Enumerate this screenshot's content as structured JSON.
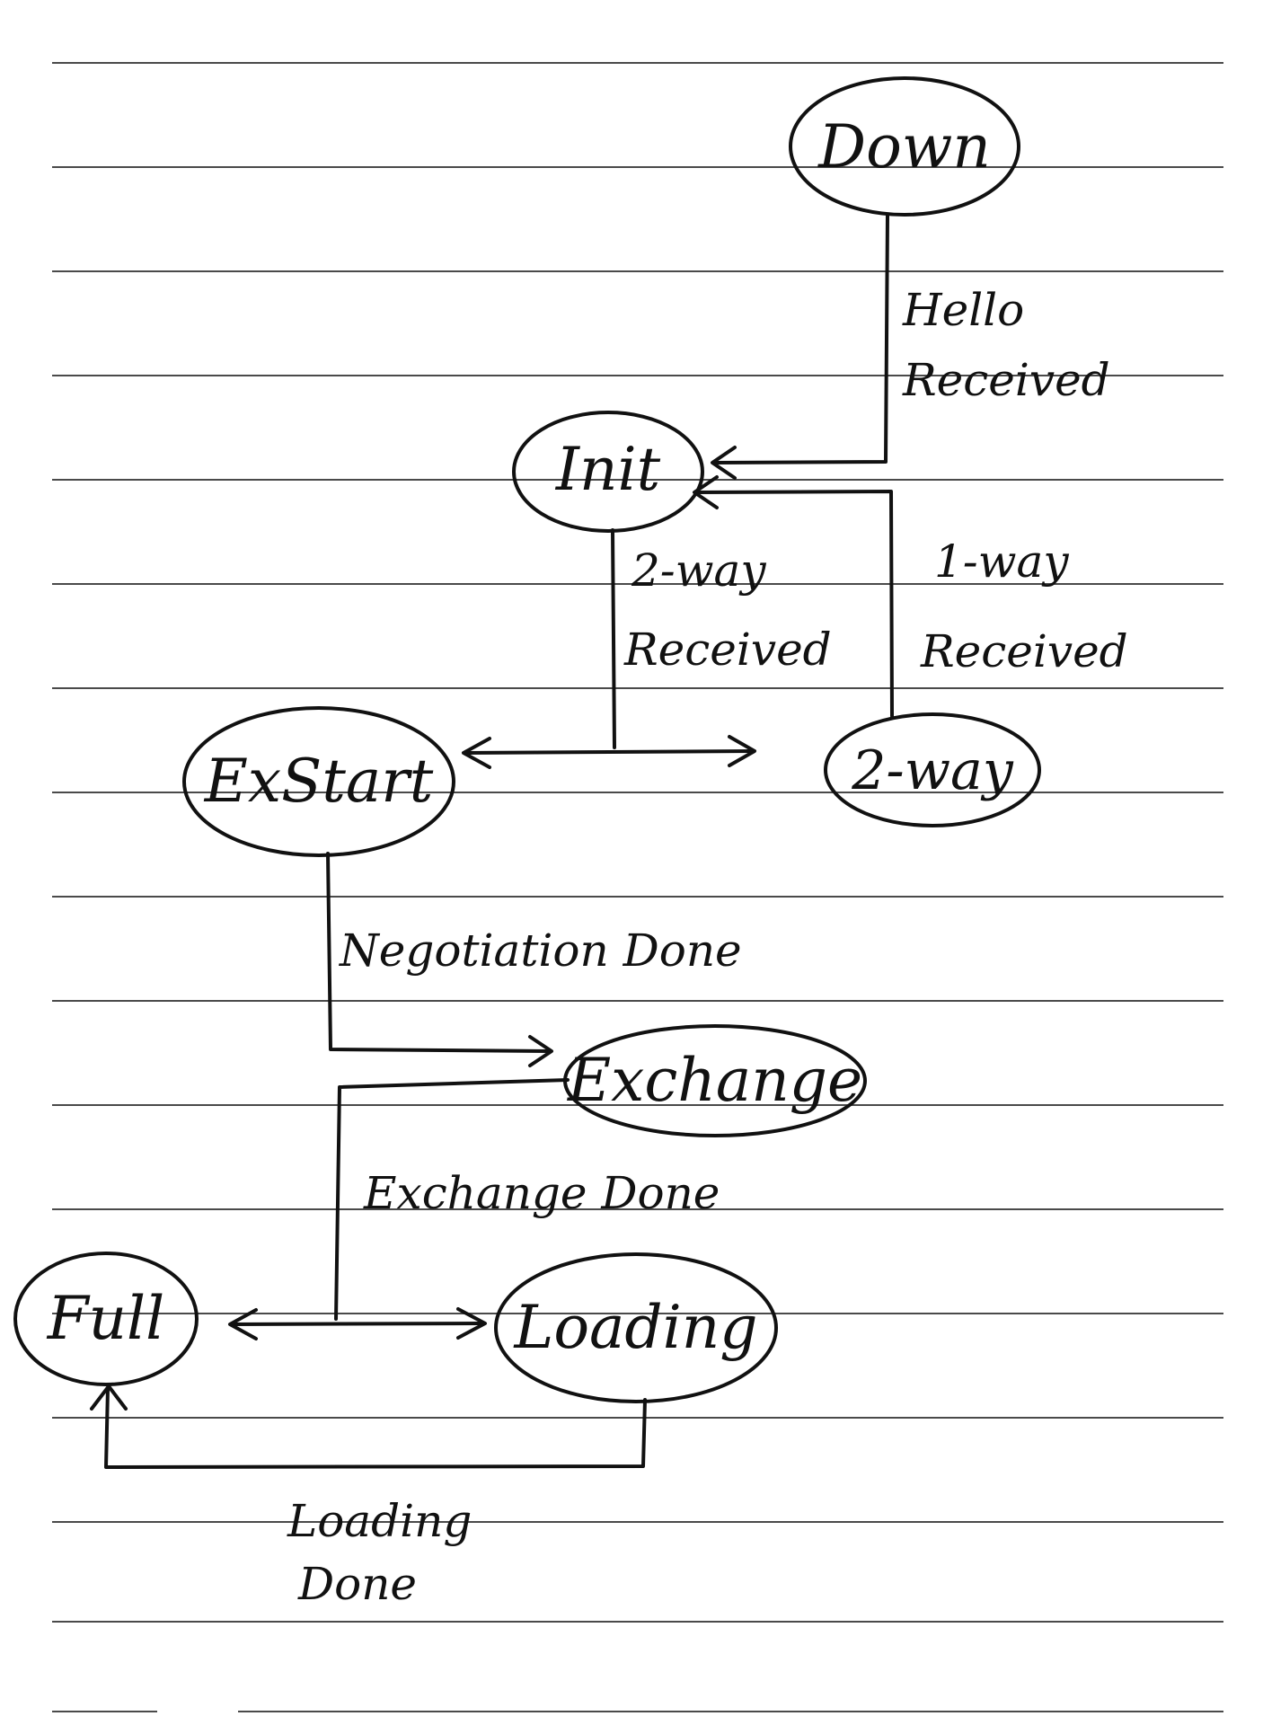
{
  "colors": {
    "ink": "#111111",
    "ruled_line": "#4a4a4a",
    "paper": "#ffffff"
  },
  "states": {
    "down": "Down",
    "init": "Init",
    "exstart": "ExStart",
    "two_way": "2-way",
    "exchange": "Exchange",
    "full": "Full",
    "loading": "Loading"
  },
  "transitions": {
    "hello_received": {
      "line1": "Hello",
      "line2": "Received"
    },
    "two_way_received": {
      "line1": "2-way",
      "line2": "Received"
    },
    "one_way_received": {
      "line1": "1-way",
      "line2": "Received"
    },
    "negotiation_done": {
      "line1": "Negotiation Done"
    },
    "exchange_done": {
      "line1": "Exchange Done"
    },
    "loading_done": {
      "line1": "Loading",
      "line2": "Done"
    }
  }
}
